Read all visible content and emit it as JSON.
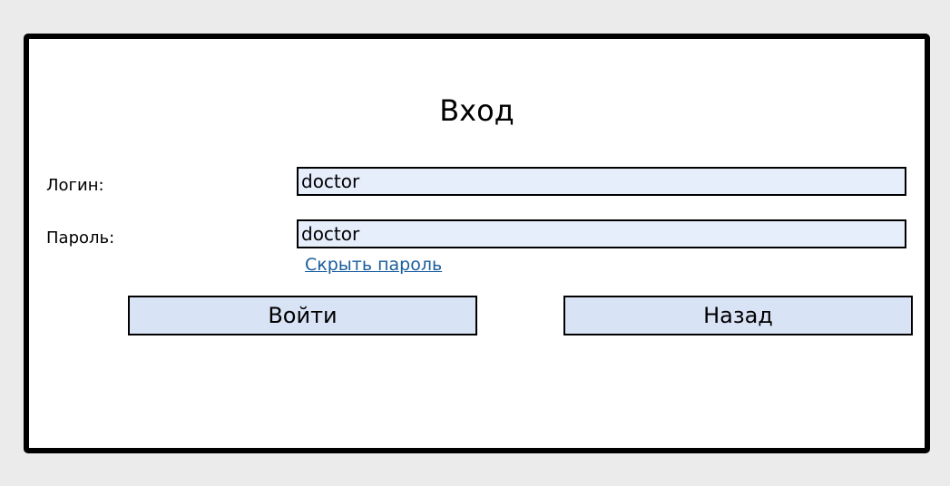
{
  "dialog": {
    "title": "Вход",
    "login_label": "Логин:",
    "login_value": "doctor",
    "password_label": "Пароль:",
    "password_value": "doctor",
    "toggle_password_link": "Скрыть пароль",
    "login_button": "Войти",
    "back_button": "Назад"
  },
  "colors": {
    "background": "#ebebeb",
    "field_bg": "#e6eefc",
    "button_bg": "#d9e3f6",
    "link": "#1a5d9e"
  }
}
